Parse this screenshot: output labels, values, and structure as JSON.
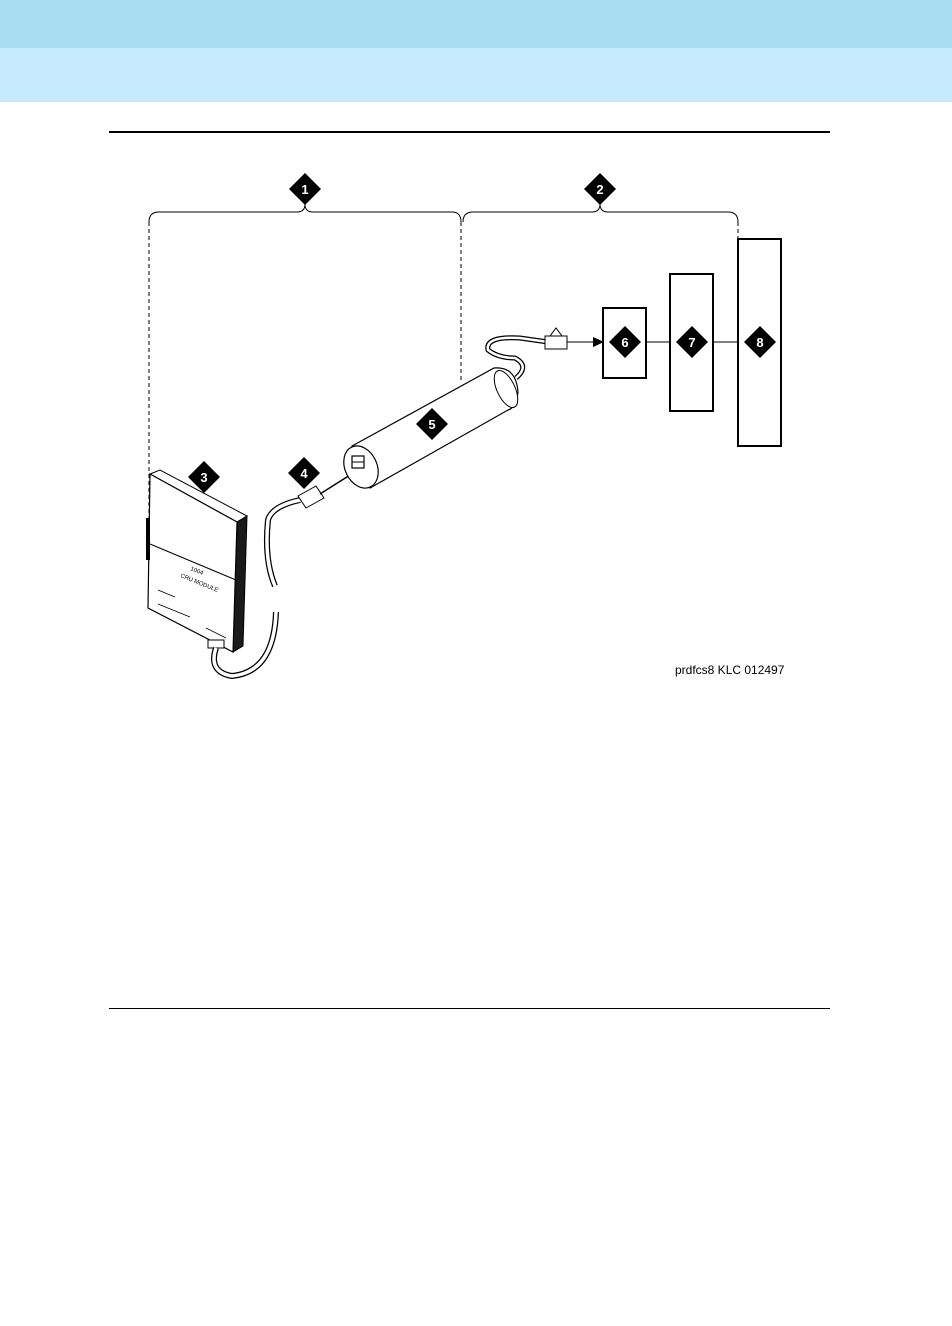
{
  "header": {
    "band_top_color": "#a8dcf2",
    "band_bottom_color": "#c4eafb"
  },
  "figure": {
    "markers": [
      "1",
      "2",
      "3",
      "4",
      "5",
      "6",
      "7",
      "8"
    ],
    "device_label_line1": "1004",
    "device_label_line2": "CRU MODULE",
    "figure_id": "prdfcs8 KLC 012497"
  }
}
